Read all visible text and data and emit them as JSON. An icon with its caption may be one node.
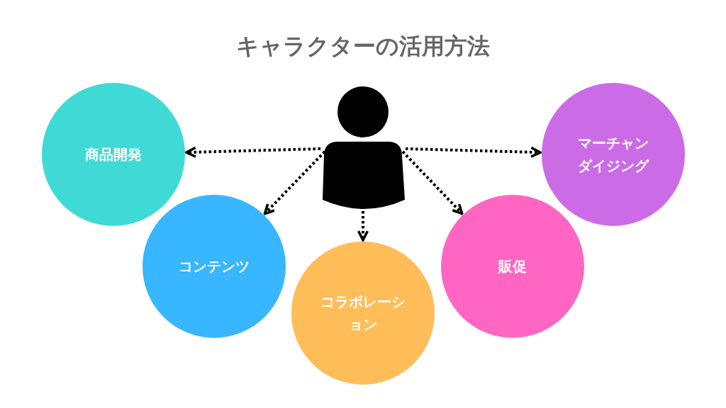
{
  "diagram": {
    "title": "キャラクターの活用方法",
    "nodes": [
      {
        "text": [],
        "shape": "person"
      },
      {
        "text": [
          "商品開発"
        ]
      },
      {
        "text": [
          "コンテンツ"
        ]
      },
      {
        "text": [
          "コラボレーション"
        ]
      },
      {
        "text": [
          "販促"
        ]
      },
      {
        "text": [
          "マーチャンダイジング"
        ]
      }
    ],
    "edges": [
      {
        "from": 0,
        "to": 1,
        "arrow": "to"
      },
      {
        "from": 0,
        "to": 2,
        "arrow": "to"
      },
      {
        "from": 0,
        "to": 3,
        "arrow": "to"
      },
      {
        "from": 0,
        "to": 4,
        "arrow": "to"
      },
      {
        "from": 0,
        "to": 5,
        "arrow": "to"
      }
    ]
  }
}
